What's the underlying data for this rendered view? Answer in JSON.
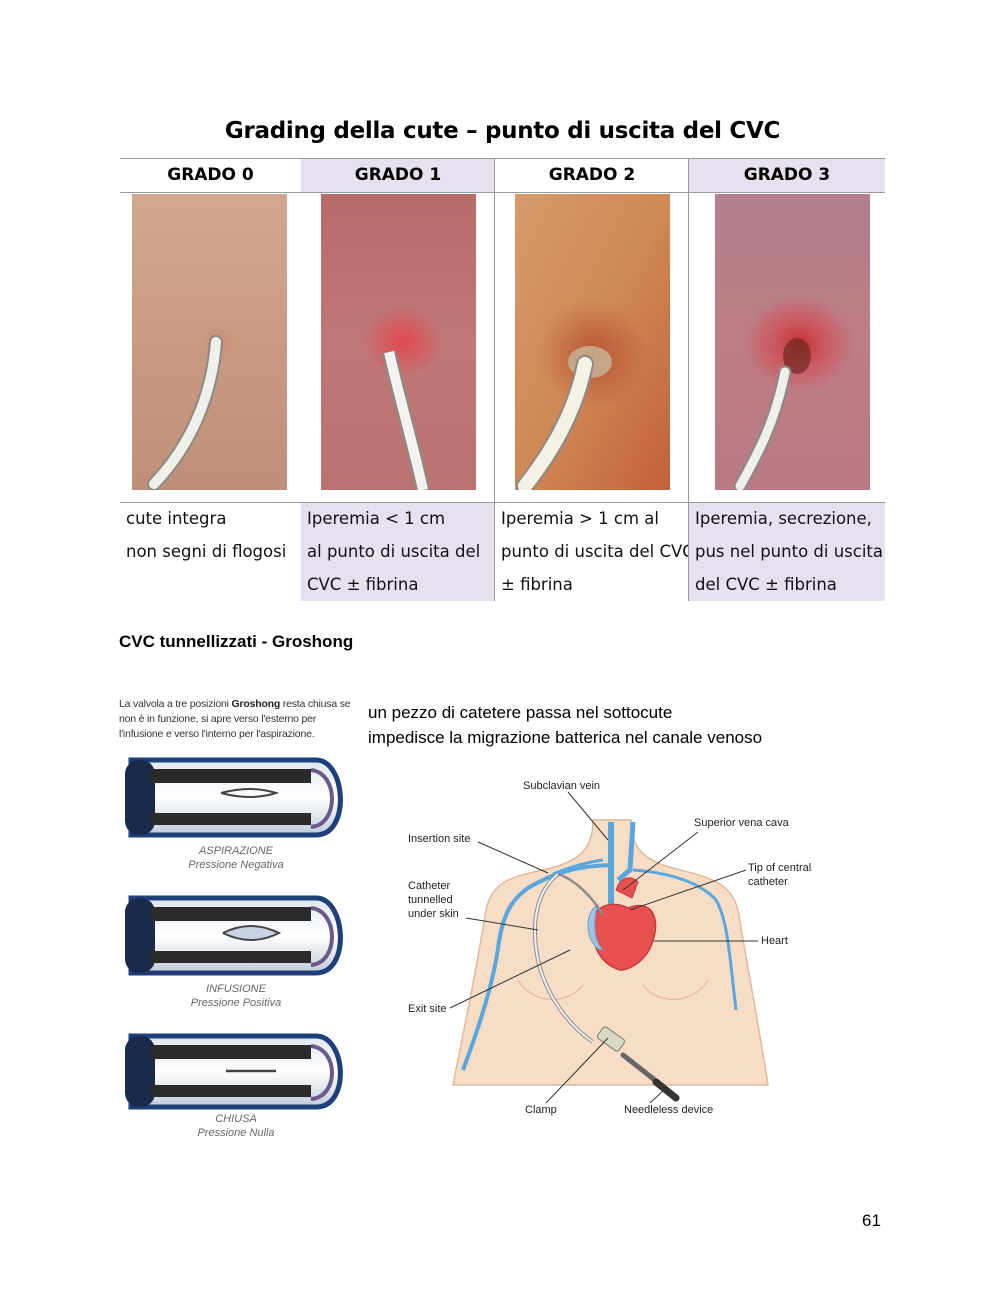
{
  "grading": {
    "title": "Grading della cute – punto di uscita del CVC",
    "columns": [
      {
        "header": "GRADO 0",
        "lines": [
          "cute integra",
          "non segni di flogosi"
        ]
      },
      {
        "header": "GRADO 1",
        "lines": [
          "Iperemia < 1 cm",
          "al punto di uscita del",
          "CVC ± fibrina"
        ]
      },
      {
        "header": "GRADO 2",
        "lines": [
          "Iperemia > 1 cm al",
          "punto di uscita del CVC",
          "± fibrina"
        ]
      },
      {
        "header": "GRADO 3",
        "lines": [
          "Iperemia, secrezione,",
          "pus nel punto di uscita",
          "del CVC ± fibrina"
        ]
      }
    ],
    "colors": {
      "header_shade": "#e7e1ef",
      "skin_base": "#c9987f",
      "redness": "#d9454d",
      "catheter": "#f2f1ec"
    }
  },
  "section_heading": "CVC tunnellizzati - Groshong",
  "groshong": {
    "caption_bold": "Groshong",
    "caption_before": "La valvola a tre posizioni ",
    "caption_after": " resta chiusa se non è in funzione, si apre verso l'esterno per l'infusione e verso l'interno per l'aspirazione.",
    "valves": [
      {
        "name": "ASPIRAZIONE",
        "pressure": "Pressione Negativa"
      },
      {
        "name": "INFUSIONE",
        "pressure": "Pressione Positiva"
      },
      {
        "name": "CHIUSA",
        "pressure": "Pressione Nulla"
      }
    ]
  },
  "notes": [
    "un pezzo di catetere passa nel sottocute",
    "impedisce la migrazione batterica nel canale venoso"
  ],
  "anatomy": {
    "labels": {
      "subclavian": "Subclavian vein",
      "insertion": "Insertion site",
      "catheter1": "Catheter",
      "catheter2": "tunnelled",
      "catheter3": "under skin",
      "exit": "Exit site",
      "svc": "Superior vena cava",
      "tip1": "Tip of central",
      "tip2": "catheter",
      "heart": "Heart",
      "clamp": "Clamp",
      "needleless": "Needleless device"
    },
    "colors": {
      "skin": "#f7dcc6",
      "vein": "#5aa7dd",
      "heart": "#e8504f"
    }
  },
  "page_number": "61"
}
